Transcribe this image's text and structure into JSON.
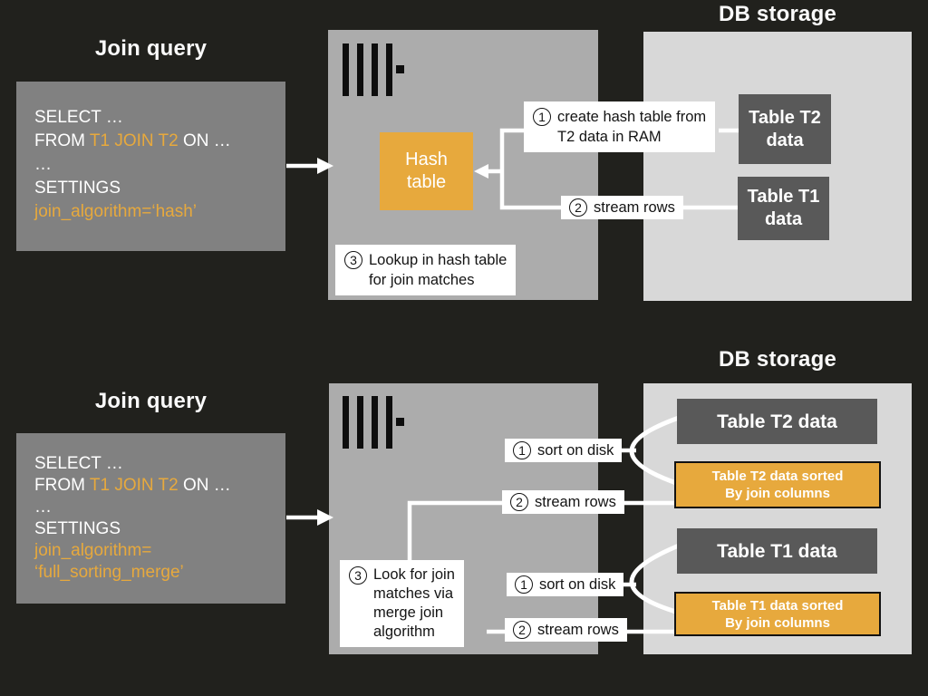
{
  "colors": {
    "background": "#21211D",
    "query_box_gray": "#818181",
    "server_gray": "#ACACAC",
    "db_storage_gray": "#D8D8D8",
    "dark_table_gray": "#595959",
    "accent_orange": "#E7A93D",
    "connector_white": "#FFFFFF",
    "label_bg": "#FFFFFF",
    "label_text": "#141414"
  },
  "hash_join": {
    "title": "Join query",
    "query": {
      "l1": "SELECT …",
      "l2a": "FROM ",
      "l2b": "T1 JOIN T2",
      "l2c": " ON …",
      "l3": "…",
      "l4": "SETTINGS",
      "l5": "join_algorithm=‘hash’"
    },
    "hash_table": {
      "l1": "Hash",
      "l2": "table"
    },
    "steps": {
      "s1": {
        "num": "1",
        "l1": "create hash table from",
        "l2": "T2 data in RAM"
      },
      "s2": {
        "num": "2",
        "text": "stream rows"
      },
      "s3": {
        "num": "3",
        "l1": "Lookup in hash table",
        "l2": "for join matches"
      }
    },
    "db": {
      "title": "DB storage",
      "t2_l1": "Table T2",
      "t2_l2": "data",
      "t1_l1": "Table T1",
      "t1_l2": "data"
    }
  },
  "merge_join": {
    "title": "Join query",
    "query": {
      "l1": "SELECT …",
      "l2a": "FROM ",
      "l2b": "T1 JOIN T2",
      "l2c": " ON …",
      "l3": "…",
      "l4": "SETTINGS",
      "l5": "join_algorithm=",
      "l6": "‘full_sorting_merge’"
    },
    "steps": {
      "sort1": {
        "num": "1",
        "text": "sort on disk"
      },
      "stream1": {
        "num": "2",
        "text": "stream rows"
      },
      "s3": {
        "num": "3",
        "l1": "Look for join",
        "l2": "matches via",
        "l3": "merge join",
        "l4": "algorithm"
      },
      "sort2": {
        "num": "1",
        "text": "sort on disk"
      },
      "stream2": {
        "num": "2",
        "text": "stream rows"
      }
    },
    "db": {
      "title": "DB storage",
      "t2": "Table T2 data",
      "t2s_l1": "Table T2 data sorted",
      "t2s_l2": "By join columns",
      "t1": "Table T1 data",
      "t1s_l1": "Table T1 data sorted",
      "t1s_l2": "By join columns"
    }
  }
}
